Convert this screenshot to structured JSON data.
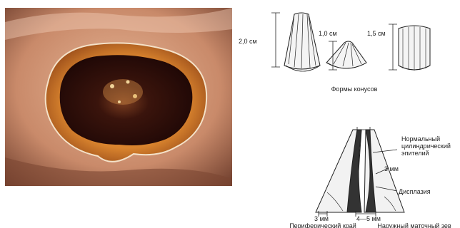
{
  "cone_forms": {
    "height_tall": "2,0 см",
    "height_medium": "1,0 см",
    "height_cylinder": "1,5 см",
    "caption": "Формы конусов"
  },
  "section": {
    "normal_epithelium": [
      "Нормальный",
      "цилиндрический",
      "эпителий"
    ],
    "inner_margin": "3 мм",
    "dysplasia": "Дисплазия",
    "peripheral_margin_value": "3 мм",
    "peripheral_margin_label": "Периферический край",
    "os_margin_value": "4—5 мм",
    "os_margin_label": "Наружный маточный зев"
  },
  "colors": {
    "line": "#222222",
    "photo_tissue": "#c98a6a",
    "photo_lesion": "#4a1a10",
    "photo_rim": "#d9842e"
  }
}
